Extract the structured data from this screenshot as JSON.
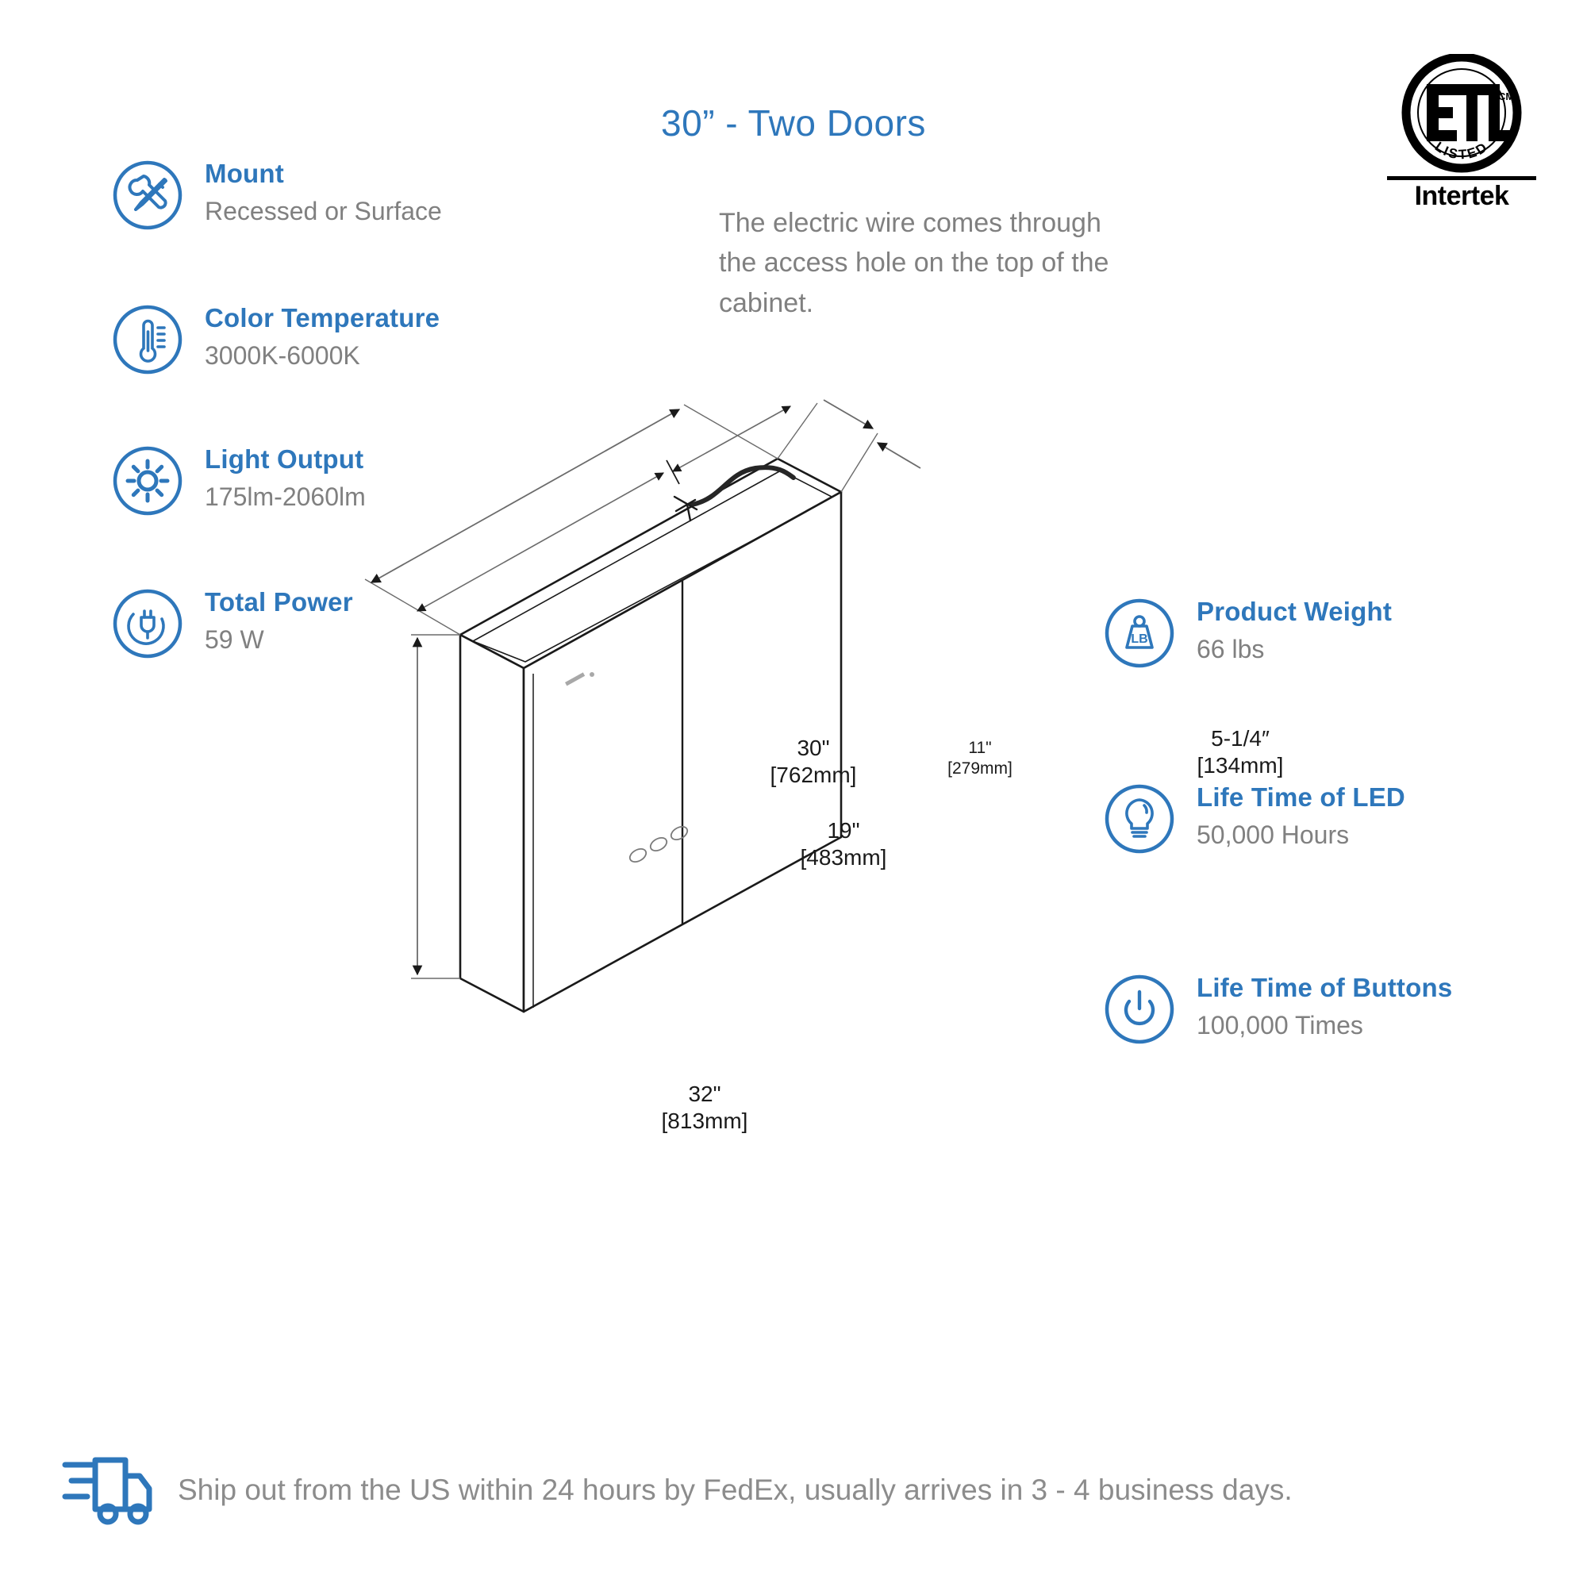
{
  "title": "30” - Two Doors",
  "certification": {
    "mark": "ETL",
    "superscript": "CM",
    "listed_label": "LISTED",
    "brand": "Intertek"
  },
  "note": {
    "text": "The electric wire comes through the access hole on the top of the cabinet."
  },
  "features": [
    {
      "icon": "wrench-screwdriver-icon",
      "title": "Mount",
      "value": "Recessed or Surface"
    },
    {
      "icon": "thermometer-icon",
      "title": "Color Temperature",
      "value": "3000K-6000K"
    },
    {
      "icon": "sun-icon",
      "title": "Light Output",
      "value": "175lm-2060lm"
    },
    {
      "icon": "power-plug-icon",
      "title": "Total Power",
      "value": "59 W"
    },
    {
      "icon": "weight-icon",
      "title": "Product Weight",
      "value": "66 lbs"
    },
    {
      "icon": "lightbulb-icon",
      "title": "Life Time of LED",
      "value": "50,000 Hours"
    },
    {
      "icon": "power-button-icon",
      "title": "Life Time of Buttons",
      "value": "100,000 Times"
    }
  ],
  "dimensions": {
    "width": {
      "inches": "30\"",
      "mm": "[762mm]"
    },
    "door_width": {
      "inches": "11\"",
      "mm": "[279mm]"
    },
    "depth": {
      "inches": "5-1/4″",
      "mm": "[134mm]"
    },
    "inner_width": {
      "inches": "19\"",
      "mm": "[483mm]"
    },
    "height": {
      "inches": "32\"",
      "mm": "[813mm]"
    }
  },
  "shipping": {
    "icon": "delivery-truck-icon",
    "text": "Ship out from the US within 24 hours by FedEx, usually arrives in 3 - 4 business days."
  },
  "colors": {
    "accent_blue": "#2e77bb",
    "value_gray": "#808080",
    "line_black": "#1a1a1a"
  }
}
